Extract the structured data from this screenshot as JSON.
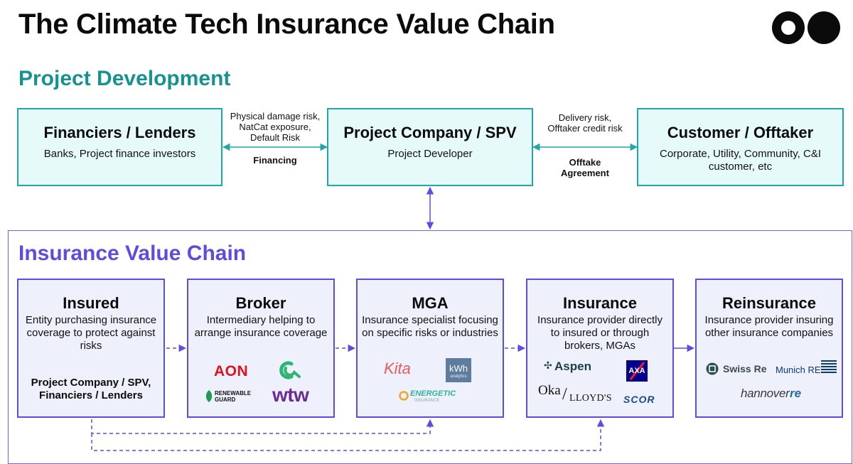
{
  "title": "The Climate Tech Insurance Value Chain",
  "sections": {
    "project_development": "Project Development",
    "insurance_value_chain": "Insurance Value Chain"
  },
  "project_development": {
    "financiers": {
      "title": "Financiers / Lenders",
      "subtitle": "Banks, Project finance investors"
    },
    "project_company": {
      "title": "Project Company / SPV",
      "subtitle": "Project Developer"
    },
    "customer": {
      "title": "Customer / Offtaker",
      "subtitle": "Corporate, Utility, Community, C&I customer, etc"
    },
    "link_financing": {
      "risk": "Physical damage risk, NatCat exposure, Default Risk",
      "label": "Financing"
    },
    "link_offtake": {
      "risk": "Delivery risk, Offtaker credit risk",
      "label": "Offtake Agreement"
    }
  },
  "value_chain": {
    "insured": {
      "title": "Insured",
      "subtitle": "Entity purchasing insurance coverage to protect against risks",
      "examples": "Project Company / SPV, Financiers / Lenders"
    },
    "broker": {
      "title": "Broker",
      "subtitle": "Intermediary helping to arrange insurance coverage"
    },
    "mga": {
      "title": "MGA",
      "subtitle": "Insurance specialist focusing on specific risks or industries"
    },
    "insurance": {
      "title": "Insurance",
      "subtitle": "Insurance provider directly to insured or through brokers, MGAs"
    },
    "reinsurance": {
      "title": "Reinsurance",
      "subtitle": "Insurance provider insuring other insurance companies"
    }
  },
  "logos": {
    "aon": "AON",
    "renewable_guard": "RENEWABLE GUARD",
    "wtw": "wtw",
    "kita": "Kita",
    "kwh": "kWh",
    "kwh_sub": "analytics",
    "energetic": "ENERGETIC",
    "energetic_sub": "INSURANCE",
    "aspen": "Aspen",
    "axa": "AXA",
    "oka": "Oka",
    "lloyds": "LLOYD'S",
    "scor": "SCOR",
    "swiss_re": "Swiss Re",
    "munich_re": "Munich RE",
    "hannover": "hannover",
    "hannover_re": "re"
  },
  "colors": {
    "teal": "#21a7a4",
    "teal_heading": "#16938f",
    "teal_fill": "#e7fafa",
    "purple": "#5b4de0",
    "purple_fill": "#eef0fb"
  }
}
